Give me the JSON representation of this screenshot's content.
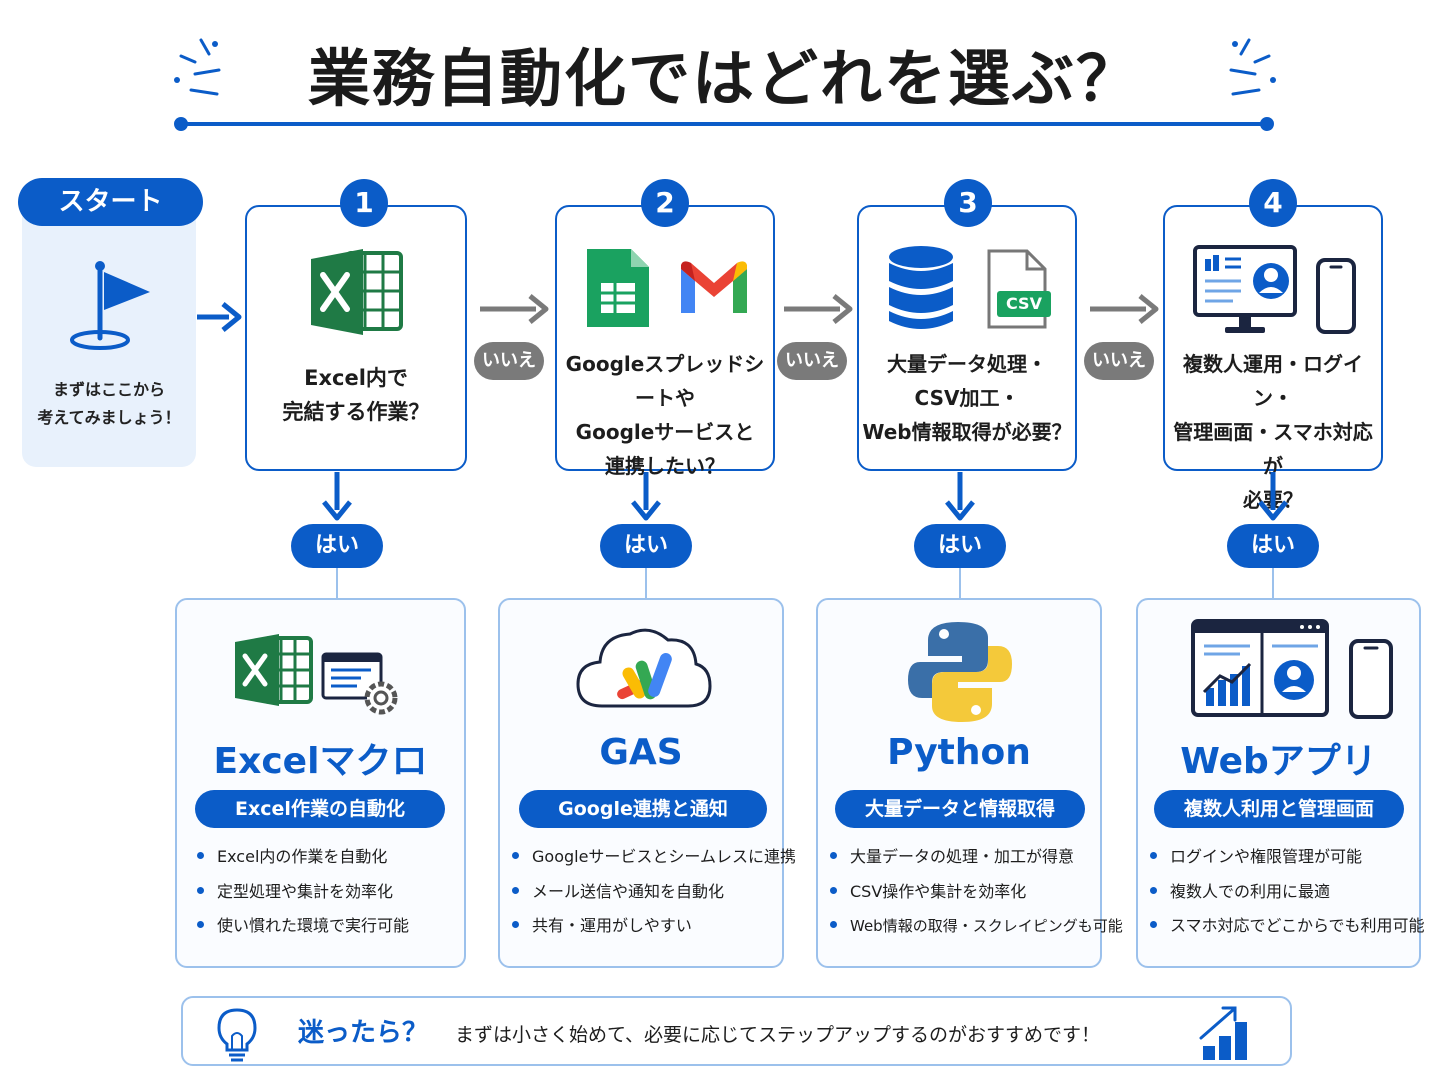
{
  "title": "業務自動化ではどれを選ぶ？",
  "start": {
    "label": "スタート",
    "text_line1": "まずはここから",
    "text_line2": "考えてみましょう！"
  },
  "questions": [
    {
      "number": "1",
      "lines": [
        "Excel内で",
        "完結する作業？"
      ]
    },
    {
      "number": "2",
      "lines": [
        "Googleスプレッドシートや",
        "Googleサービスと",
        "連携したい？"
      ]
    },
    {
      "number": "3",
      "lines": [
        "大量データ処理・",
        "CSV加工・",
        "Web情報取得が必要？"
      ]
    },
    {
      "number": "4",
      "lines": [
        "複数人運用・ログイン・",
        "管理画面・スマホ対応が",
        "必要？"
      ]
    }
  ],
  "no_label": "いいえ",
  "yes_label": "はい",
  "csv_badge": "CSV",
  "results": [
    {
      "title": "Excelマクロ",
      "subtitle": "Excel作業の自動化",
      "bullets": [
        "Excel内の作業を自動化",
        "定型処理や集計を効率化",
        "使い慣れた環境で実行可能"
      ]
    },
    {
      "title": "GAS",
      "subtitle": "Google連携と通知",
      "bullets": [
        "Googleサービスとシームレスに連携",
        "メール送信や通知を自動化",
        "共有・運用がしやすい"
      ]
    },
    {
      "title": "Python",
      "subtitle": "大量データと情報取得",
      "bullets": [
        "大量データの処理・加工が得意",
        "CSV操作や集計を効率化",
        "Web情報の取得・スクレイピングも可能"
      ]
    },
    {
      "title": "Webアプリ",
      "subtitle": "複数人利用と管理画面",
      "bullets": [
        "ログインや権限管理が可能",
        "複数人での利用に最適",
        "スマホ対応でどこからでも利用可能"
      ]
    }
  ],
  "tip": {
    "heading": "迷ったら？",
    "body": "まずは小さく始めて、必要に応じてステップアップするのがおすすめです！"
  },
  "colors": {
    "primary": "#0b5cc8",
    "gray": "#7a7a7a",
    "light_panel": "#e8f1fc",
    "excel_green": "#1f7a45",
    "sheets_green": "#1aa260",
    "python_blue": "#3a6fa8",
    "python_yellow": "#f4c93a"
  }
}
